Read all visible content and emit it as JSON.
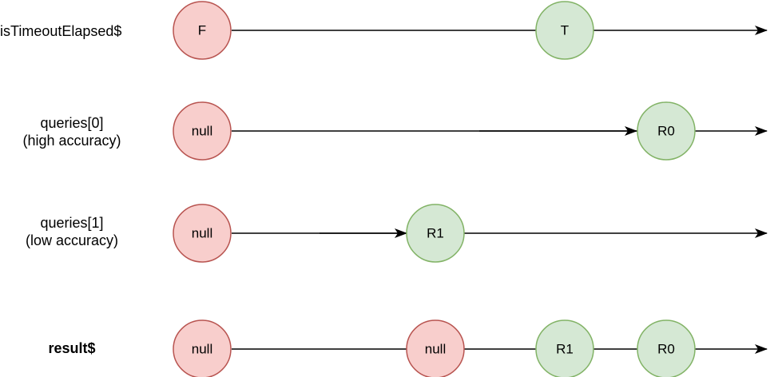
{
  "colors": {
    "false_fill": "#f8cecc",
    "false_stroke": "#b85450",
    "true_fill": "#d5e8d4",
    "true_stroke": "#82b366",
    "line": "#000000"
  },
  "streams": [
    {
      "label_lines": [
        "isTimeoutElapsed$"
      ],
      "bold": false,
      "marbles": [
        {
          "text": "F",
          "style": "false"
        },
        {
          "text": "T",
          "style": "true"
        }
      ]
    },
    {
      "label_lines": [
        "queries[0]",
        "(high accuracy)"
      ],
      "bold": false,
      "marbles": [
        {
          "text": "null",
          "style": "false"
        },
        {
          "text": "R0",
          "style": "true"
        }
      ]
    },
    {
      "label_lines": [
        "queries[1]",
        "(low accuracy)"
      ],
      "bold": false,
      "marbles": [
        {
          "text": "null",
          "style": "false"
        },
        {
          "text": "R1",
          "style": "true"
        }
      ]
    },
    {
      "label_lines": [
        "result$"
      ],
      "bold": true,
      "marbles": [
        {
          "text": "null",
          "style": "false"
        },
        {
          "text": "null",
          "style": "false"
        },
        {
          "text": "R1",
          "style": "true"
        },
        {
          "text": "R0",
          "style": "true"
        }
      ]
    }
  ]
}
